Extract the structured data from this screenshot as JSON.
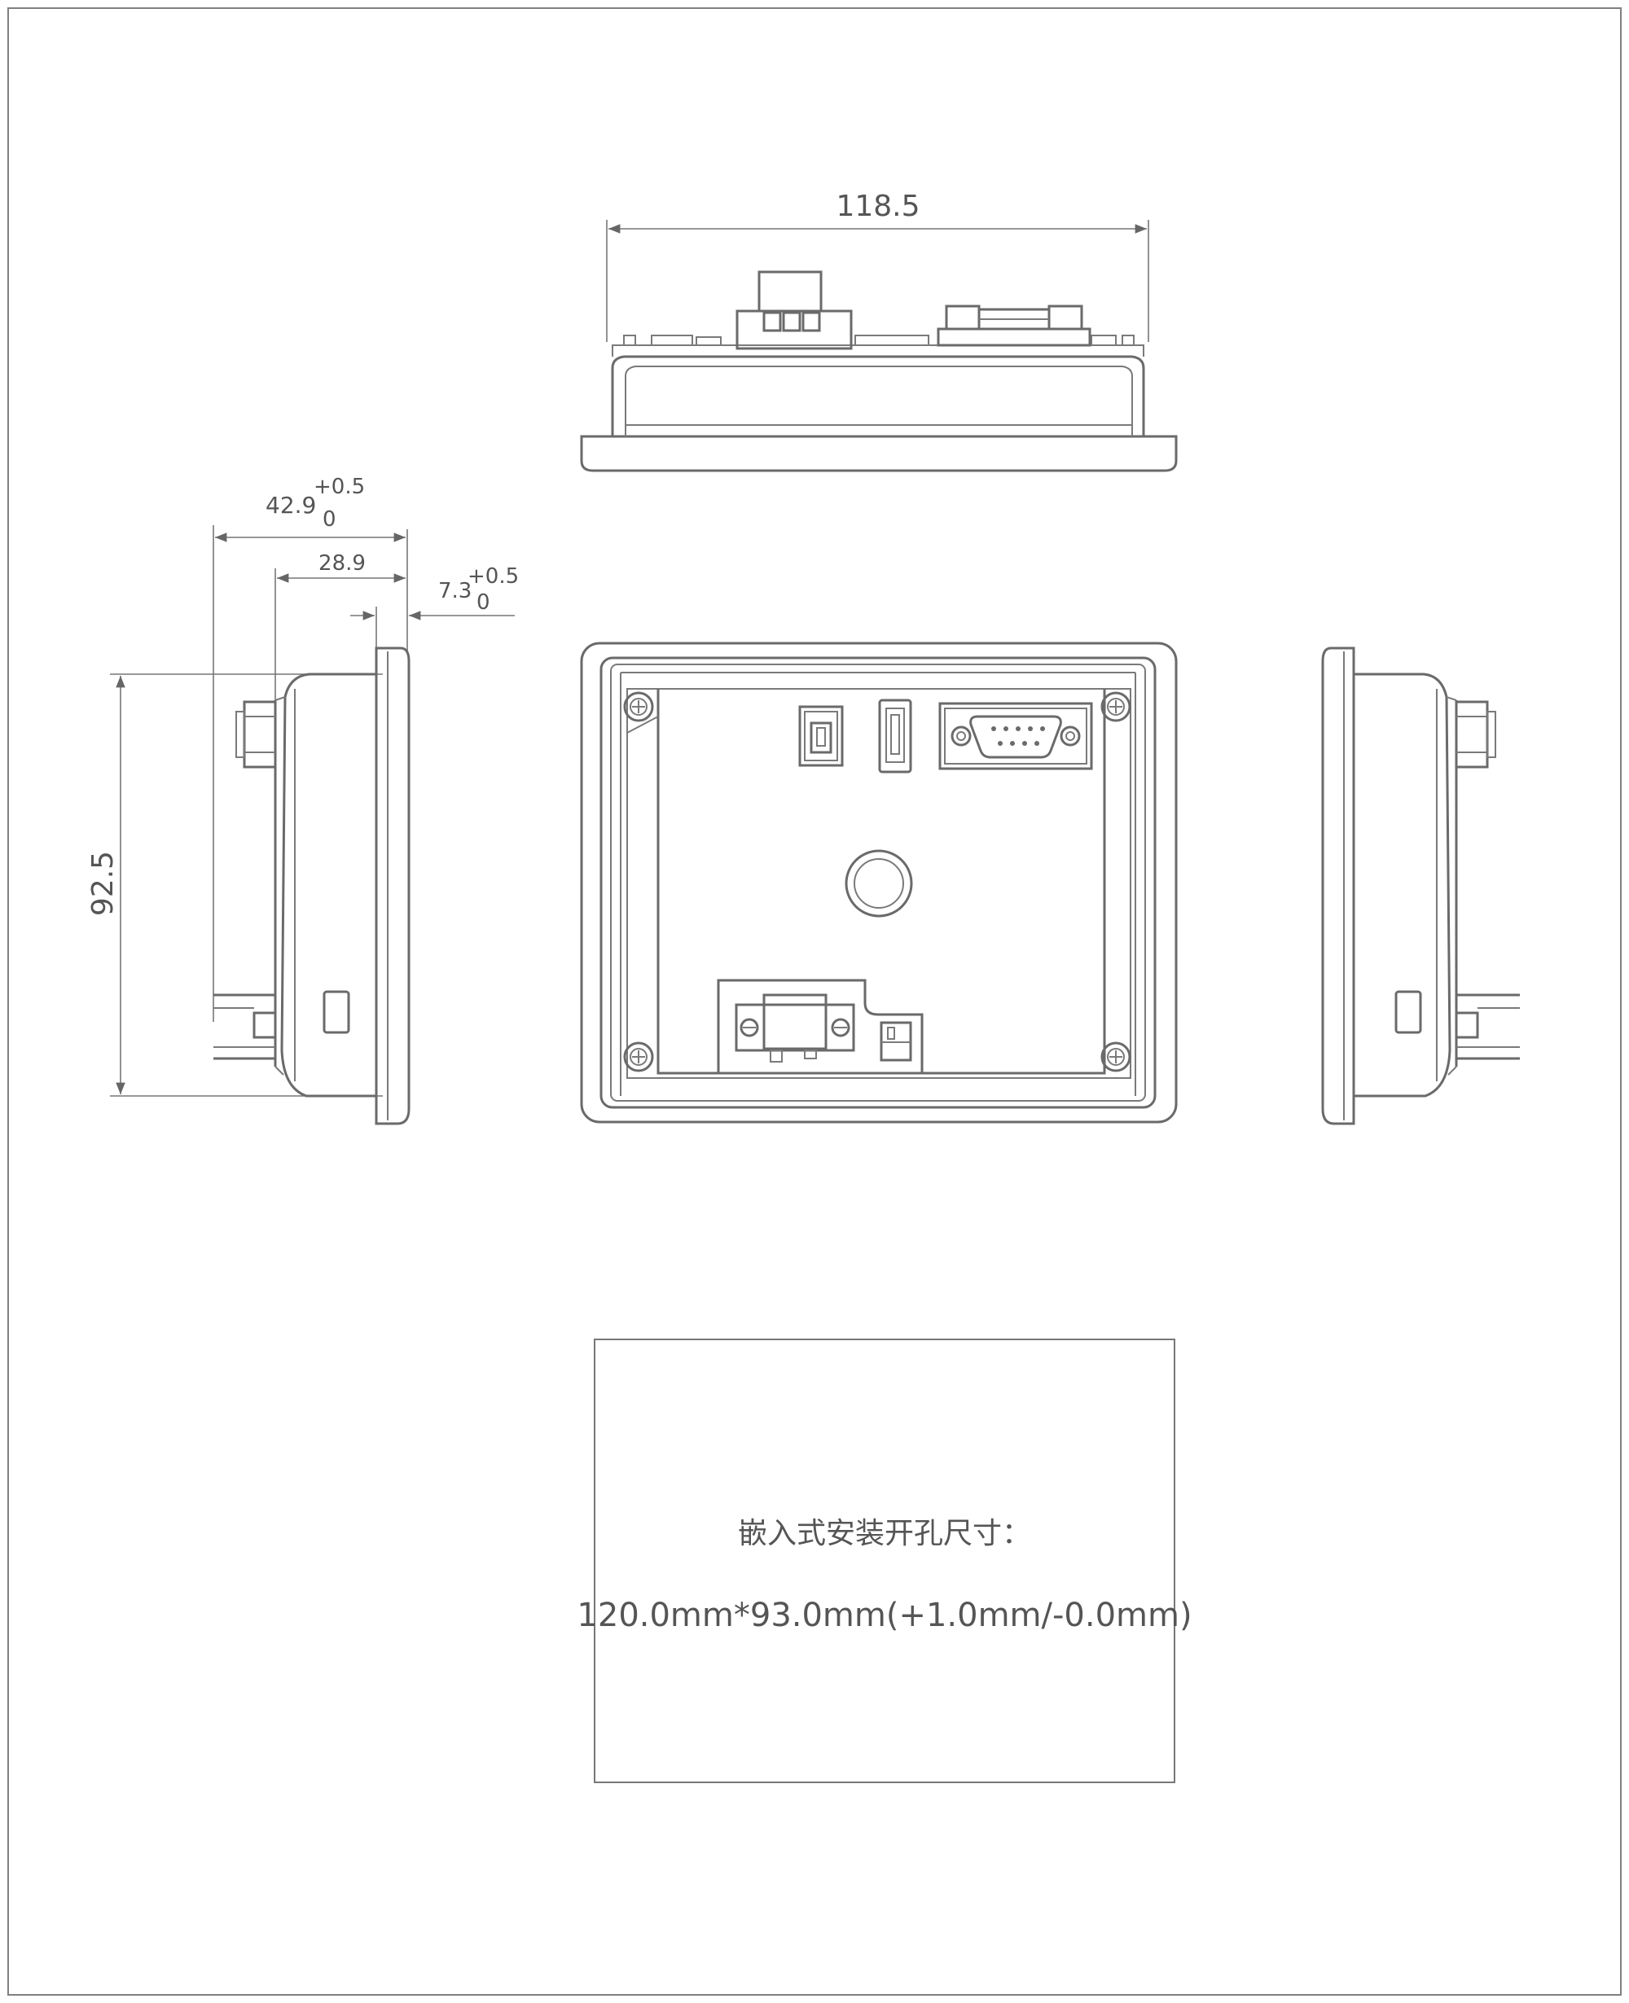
{
  "dimensions": {
    "width_label": "118.5",
    "height_label": "92.5",
    "depth_total": {
      "value": "42.9",
      "tol_upper": "+0.5",
      "tol_lower": "0"
    },
    "depth_body": "28.9",
    "bezel": {
      "value": "7.3",
      "tol_upper": "+0.5",
      "tol_lower": "0"
    }
  },
  "cutout_box": {
    "title": "嵌入式安装开孔尺寸：",
    "spec": "120.0mm*93.0mm(+1.0mm/-0.0mm)"
  },
  "colors": {
    "line": "#6a6a6a",
    "text": "#555555",
    "frame": "#777777"
  }
}
